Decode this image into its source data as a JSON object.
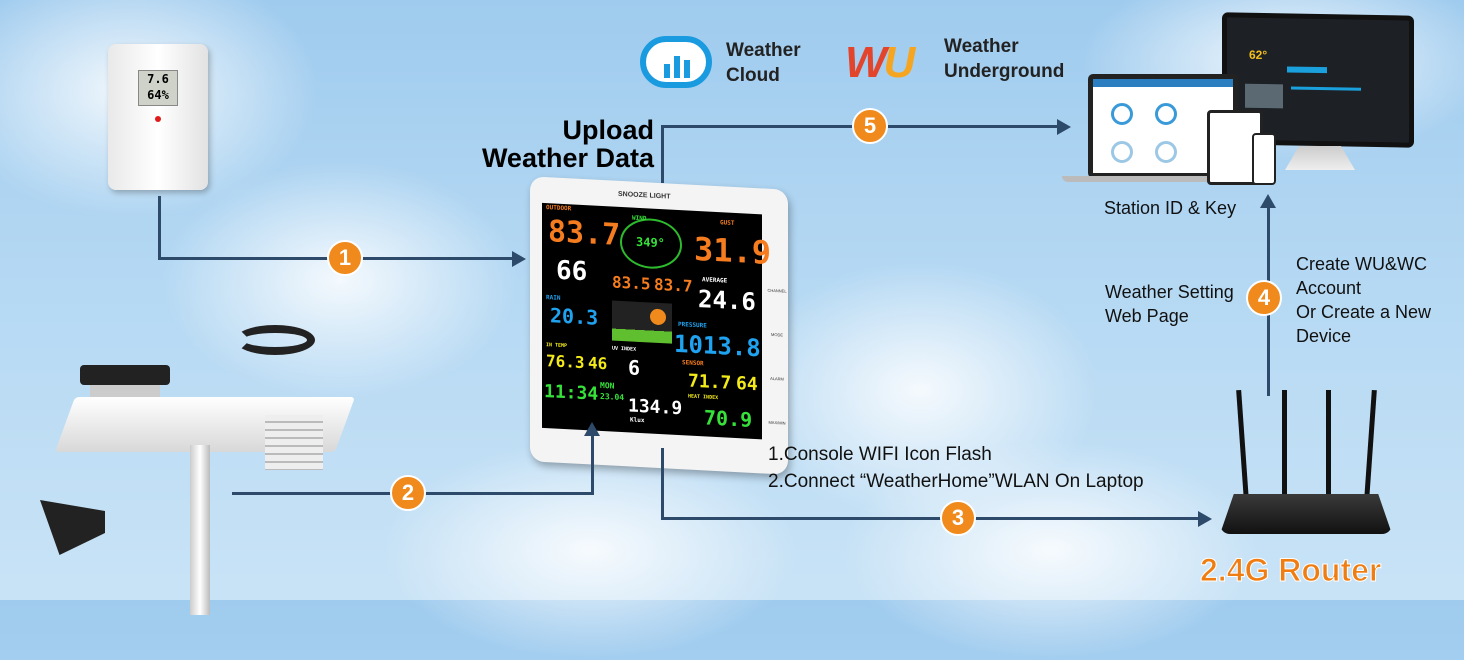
{
  "upload_title": [
    "Upload",
    "Weather Data"
  ],
  "services": [
    {
      "name_lines": [
        "Weather",
        "Cloud"
      ],
      "icon": "cloud-bars-icon",
      "color": "#1a9be0"
    },
    {
      "name_lines": [
        "Weather",
        "Underground"
      ],
      "icon": "wu-logo",
      "logo_text": "WU",
      "color": "#e2452b"
    }
  ],
  "steps": [
    {
      "number": "1"
    },
    {
      "number": "2"
    },
    {
      "number": "3"
    },
    {
      "number": "4"
    },
    {
      "number": "5"
    }
  ],
  "labels": {
    "station_id": "Station ID & Key",
    "weather_setting": [
      "Weather Setting",
      "Web Page"
    ],
    "create_account": [
      "Create WU&WC",
      "Account",
      "Or Create a New",
      "Device"
    ],
    "wifi_steps": [
      "1.Console WIFI Icon Flash",
      "2.Connect “WeatherHome”WLAN On Laptop"
    ],
    "router": "2.4G Router"
  },
  "sensor": {
    "temp": "7.6",
    "humidity": "64%"
  },
  "console": {
    "brand": "SNOOZE LIGHT",
    "outdoor_label": "OUTDOOR",
    "outdoor_temp": "83.7",
    "humidity": "66",
    "wind_label": "WIND",
    "wind_dir": "349°",
    "gust_label": "GUST",
    "gust": "31.9",
    "average_label": "AVERAGE",
    "average": "24.6",
    "dew_point": "83.5",
    "feels_like": "83.7",
    "rain_label": "RAIN",
    "rain": "20.3",
    "pressure_label": "PRESSURE",
    "pressure": "1013.8",
    "in_temp_label": "IN TEMP",
    "in_temp": "76.3",
    "in_hum": "46",
    "time": "11:34",
    "day": "MON",
    "date": "23.04",
    "uv_label": "UV INDEX",
    "uv": "6",
    "sunlight": "134.9",
    "sunlight_unit": "Klux",
    "sensor_label": "SENSOR",
    "sensor_temp": "71.7",
    "sensor_hum": "64",
    "heat_index_label": "HEAT INDEX",
    "heat_index": "70.9",
    "buttons": [
      "CHANNEL",
      "MODE",
      "ALARM",
      "MAX/MIN"
    ]
  },
  "colors": {
    "accent": "#f08a1c",
    "line": "#2e4a6b"
  }
}
